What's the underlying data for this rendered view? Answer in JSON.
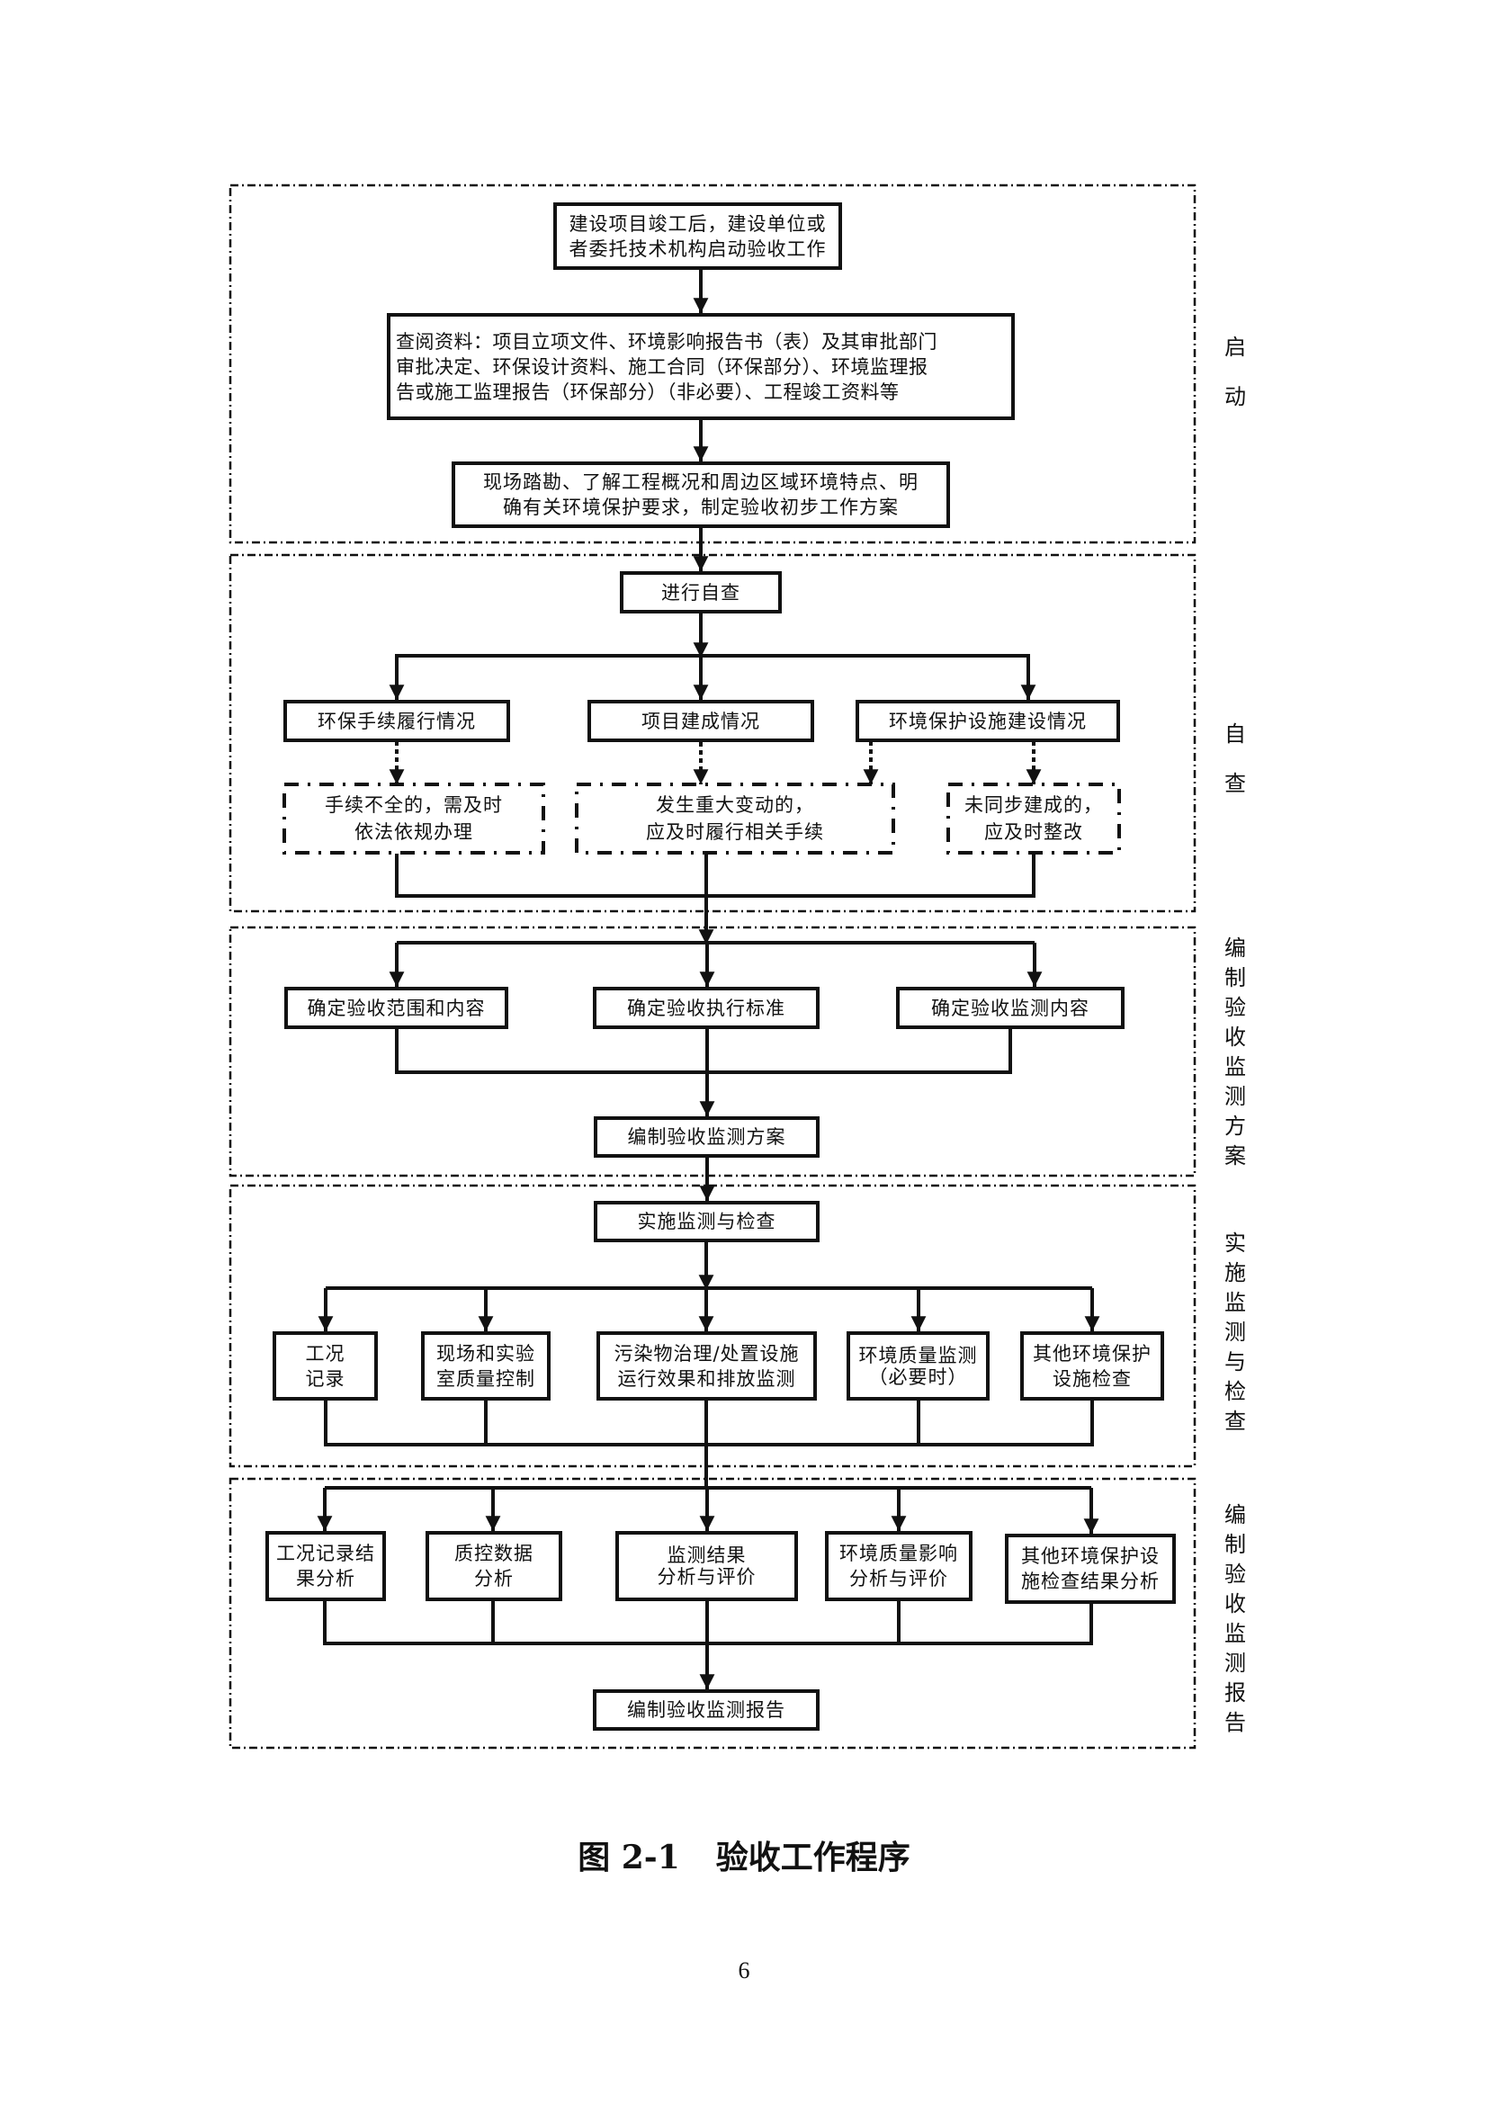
{
  "stages": [
    {
      "id": "start",
      "label": "启动",
      "chars": [
        "启",
        "动"
      ]
    },
    {
      "id": "self_check",
      "label": "自查",
      "chars": [
        "自",
        "查"
      ]
    },
    {
      "id": "plan",
      "label": "编制验收监测方案",
      "chars": [
        "编",
        "制",
        "验",
        "收",
        "监",
        "测",
        "方",
        "案"
      ]
    },
    {
      "id": "implement",
      "label": "实施监测与检查",
      "chars": [
        "实",
        "施",
        "监",
        "测",
        "与",
        "检",
        "查"
      ]
    },
    {
      "id": "report",
      "label": "编制验收监测报告",
      "chars": [
        "编",
        "制",
        "验",
        "收",
        "监",
        "测",
        "报",
        "告"
      ]
    }
  ],
  "nodes": {
    "start_work": [
      "建设项目竣工后，建设单位或",
      "者委托技术机构启动验收工作"
    ],
    "review_docs": [
      "查阅资料：项目立项文件、环境影响报告书（表）及其审批部门",
      "审批决定、环保设计资料、施工合同（环保部分）、环境监理报",
      "告或施工监理报告（环保部分）（非必要）、工程竣工资料等"
    ],
    "site_survey": [
      "现场踏勘、了解工程概况和周边区域环境特点、明",
      "确有关环境保护要求，制定验收初步工作方案"
    ],
    "self_check": [
      "进行自查"
    ],
    "check_procedures": [
      "环保手续履行情况"
    ],
    "check_construction": [
      "项目建成情况"
    ],
    "check_facilities": [
      "环境保护设施建设情况"
    ],
    "fix_procedures": [
      "手续不全的，需及时",
      "依法依规办理"
    ],
    "fix_major_change": [
      "发生重大变动的，",
      "应及时履行相关手续"
    ],
    "fix_facilities": [
      "未同步建成的，",
      "应及时整改"
    ],
    "scope": [
      "确定验收范围和内容"
    ],
    "standards": [
      "确定验收执行标准"
    ],
    "monitor_content": [
      "确定验收监测内容"
    ],
    "compile_plan": [
      "编制验收监测方案"
    ],
    "implement": [
      "实施监测与检查"
    ],
    "work_record": [
      "工况",
      "记录"
    ],
    "quality_control": [
      "现场和实验",
      "室质量控制"
    ],
    "pollutant_monitor": [
      "污染物治理/处置设施",
      "运行效果和排放监测"
    ],
    "env_quality": [
      "环境质量监测",
      "（必要时）"
    ],
    "other_facilities": [
      "其他环境保护",
      "设施检查"
    ],
    "record_analysis": [
      "工况记录结",
      "果分析"
    ],
    "qc_analysis": [
      "质控数据",
      "分析"
    ],
    "result_analysis": [
      "监测结果",
      "分析与评价"
    ],
    "env_impact_analysis": [
      "环境质量影响",
      "分析与评价"
    ],
    "other_analysis": [
      "其他环境保护设",
      "施检查结果分析"
    ],
    "compile_report": [
      "编制验收监测报告"
    ]
  },
  "caption": {
    "number": "图 2-1",
    "title": "验收工作程序"
  },
  "page_number": "6"
}
